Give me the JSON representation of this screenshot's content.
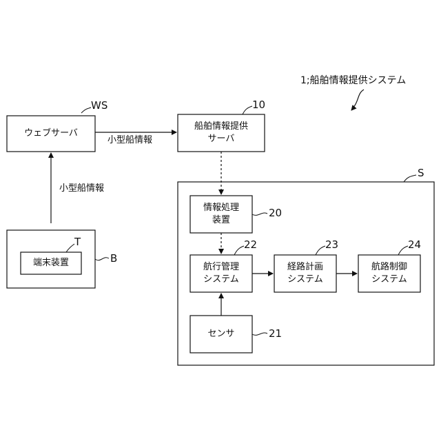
{
  "system_label": "1;船舶情報提供システム",
  "nodes": {
    "web_server": {
      "text": "ウェブサーバ",
      "ref": "WS"
    },
    "info_server": {
      "text": "船舶情報提供\nサーバ",
      "ref": "10"
    },
    "terminal_outer": {
      "ref": "B"
    },
    "terminal_device": {
      "text": "端末装置",
      "ref": "T"
    },
    "ship_system": {
      "ref": "S"
    },
    "info_processing": {
      "text": "情報処理\n装置",
      "ref": "20"
    },
    "navigation_mgmt": {
      "text": "航行管理\nシステム",
      "ref": "22"
    },
    "route_planning": {
      "text": "経路計画\nシステム",
      "ref": "23"
    },
    "route_control": {
      "text": "航路制御\nシステム",
      "ref": "24"
    },
    "sensor": {
      "text": "センサ",
      "ref": "21"
    }
  },
  "edges": {
    "web_to_info_label": "小型船情報",
    "terminal_to_web_label": "小型船情報"
  }
}
